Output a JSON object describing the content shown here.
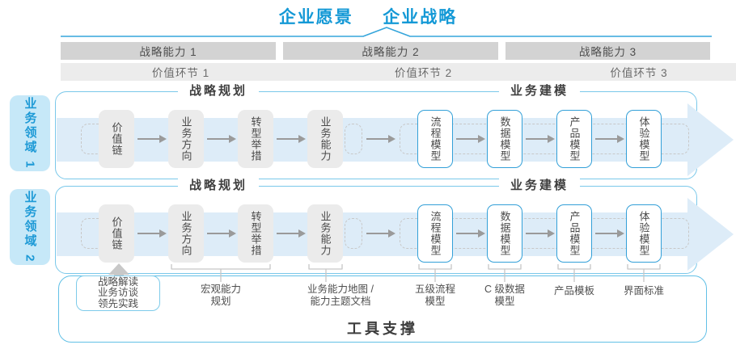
{
  "title": {
    "vision": "企业愿景",
    "strategy": "企业战略"
  },
  "strategy_row": {
    "capabilities": [
      "战略能力 1",
      "战略能力 2",
      "战略能力 3"
    ],
    "value_links": [
      "价值环节 1",
      "价值环节 2",
      "价值环节 3"
    ]
  },
  "domains": [
    {
      "label": "业务领域 1",
      "sections": {
        "planning": "战略规划",
        "modeling": "业务建模"
      },
      "boxes": [
        "价值链",
        "业务方向",
        "转型举措",
        "业务能力",
        "流程模型",
        "数据模型",
        "产品模型",
        "体验模型"
      ]
    },
    {
      "label": "业务领域 2",
      "sections": {
        "planning": "战略规划",
        "modeling": "业务建模"
      },
      "boxes": [
        "价值链",
        "业务方向",
        "转型举措",
        "业务能力",
        "流程模型",
        "数据模型",
        "产品模型",
        "体验模型"
      ]
    }
  ],
  "outputs": {
    "practice_box": "战略解读\n业务访谈\n领先实践",
    "items": [
      "宏观能力\n规划",
      "业务能力地图 /\n能力主题文档",
      "五级流程\n模型",
      "C 级数据\n模型",
      "产品模板",
      "界面标准"
    ]
  },
  "tool_support": {
    "label": "工具支撑"
  },
  "colors": {
    "accent_blue": "#1499d6",
    "container_border": "#7ac8ea",
    "flow_band": "#ddecf8",
    "bar_gray": "#d3d3d3",
    "chevron_gray": "#ececec",
    "box_gray": "#ebebeb",
    "box_blue_border": "#33a0d8",
    "domain_label_bg": "#c6e8f8"
  }
}
